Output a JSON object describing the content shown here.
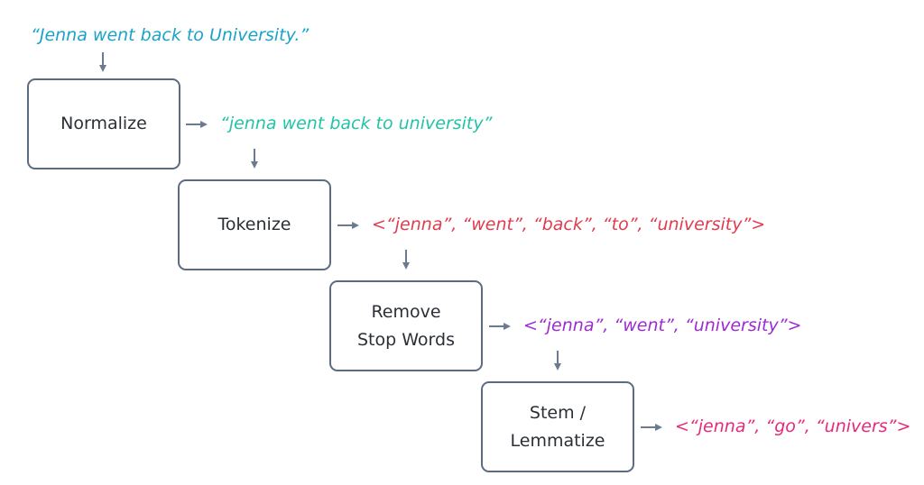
{
  "input": {
    "text": "“Jenna went back to University.”",
    "color": "#1aa3c9"
  },
  "steps": [
    {
      "label": "Normalize",
      "output": "“jenna went back to university”",
      "output_color": "#22c3a6"
    },
    {
      "label": "Tokenize",
      "output": "<“jenna”, “went”, “back”, “to”, “university”>",
      "output_color": "#e23b4d"
    },
    {
      "label_lines": [
        "Remove",
        "Stop Words"
      ],
      "output": "<“jenna”, “went”, “university”>",
      "output_color": "#9d2bd1"
    },
    {
      "label_lines": [
        "Stem /",
        "Lemmatize"
      ],
      "output": "<“jenna”, “go”, “univers”>",
      "output_color": "#e8297a"
    }
  ],
  "arrow_color": "#6b7a90",
  "box_border_color": "#5c6b80"
}
